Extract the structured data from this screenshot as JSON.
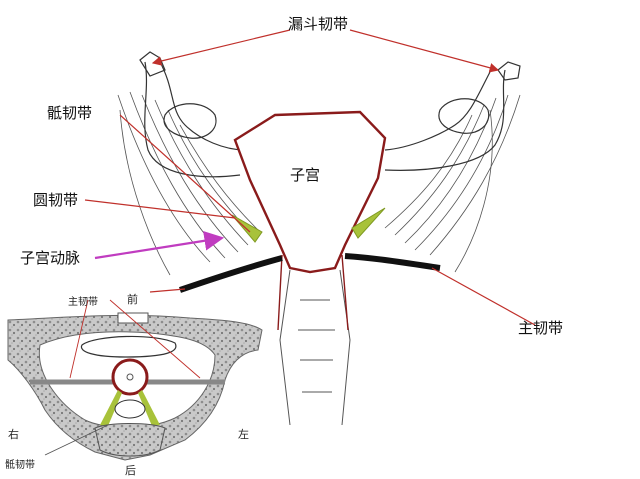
{
  "labels": {
    "infundibulopelvic": "漏斗韧带",
    "uterosacral": "骶韧带",
    "round": "圆韧带",
    "uterine_artery": "子宫动脉",
    "cardinal": "主韧带",
    "uterus": "子宫"
  },
  "inset": {
    "cardinal": "主韧带",
    "uterosacral": "骶韧带",
    "front": "前",
    "back": "后",
    "right": "右",
    "left": "左"
  },
  "colors": {
    "pointer_line": "#c0302b",
    "artery_arrow": "#c03cc0",
    "ligament_green": "#a8c23a",
    "uterus_outline": "#8a1b1b"
  }
}
